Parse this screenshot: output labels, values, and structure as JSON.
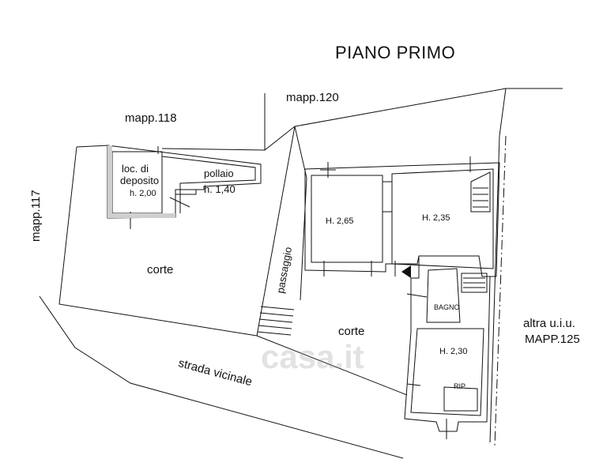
{
  "title": "PIANO PRIMO",
  "labels": {
    "mapp118": "mapp.118",
    "mapp120": "mapp.120",
    "mapp117": "mapp.117",
    "loc_line1": "loc. di",
    "loc_line2": "deposito",
    "loc_height": "h. 2,00",
    "pollaio": "pollaio",
    "pollaio_height": "h. 1,40",
    "corte_left": "corte",
    "passaggio": "passaggio",
    "corte_center": "corte",
    "strada": "strada vicinale",
    "room1_height": "H. 2,65",
    "room2_height": "H. 2,35",
    "bagno": "BAGNO",
    "room3_height": "H. 2,30",
    "rip": "RIP.",
    "altra_line1": "altra u.i.u.",
    "altra_line2": "MAPP.125"
  },
  "watermark": "casa.it",
  "colors": {
    "ink": "#111111",
    "watermark": "#999999"
  }
}
